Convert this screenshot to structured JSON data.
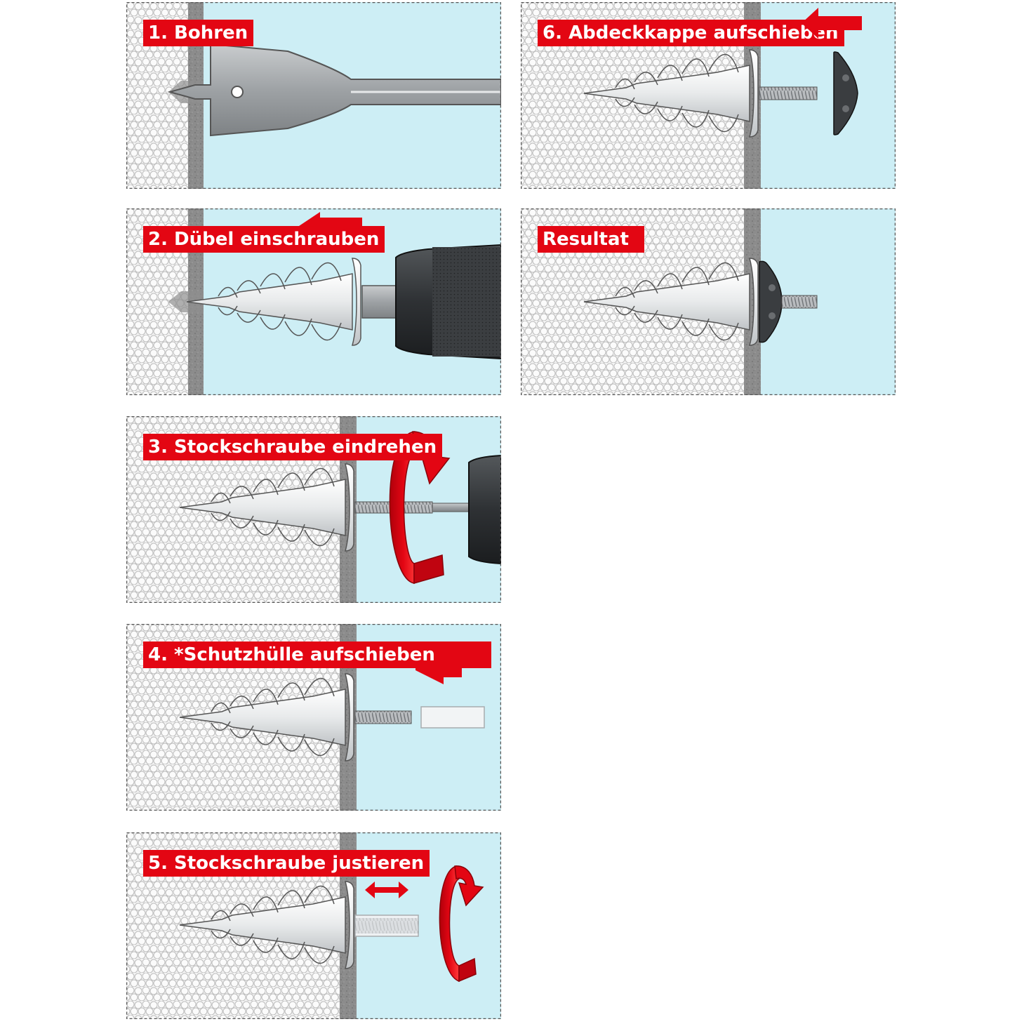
{
  "steps": [
    {
      "label": "1. Bohren"
    },
    {
      "label": "2. Dübel einschrauben"
    },
    {
      "label": "3. Stockschraube eindrehen"
    },
    {
      "label": "4. *Schutzhülle aufschieben"
    },
    {
      "label": "5. Stockschraube justieren"
    },
    {
      "label": "6. Abdeckkappe aufschieben"
    },
    {
      "label": "Resultat"
    }
  ],
  "colors": {
    "accent_red": "#e30613",
    "air_blue": "#cdeef5",
    "insulation": "#f3f3f3",
    "wall": "#8a8a8a",
    "metal": "#aeb2b5",
    "dowel": "#e9ebec",
    "chuck": "#3a3d40"
  },
  "icons": [
    "spade-drill-bit-icon",
    "insulation-dowel-icon",
    "drill-chuck-icon",
    "rotation-arrow-icon",
    "push-arrow-icon",
    "double-arrow-icon",
    "cover-cap-icon",
    "protective-sleeve-icon",
    "threaded-stud-icon"
  ]
}
